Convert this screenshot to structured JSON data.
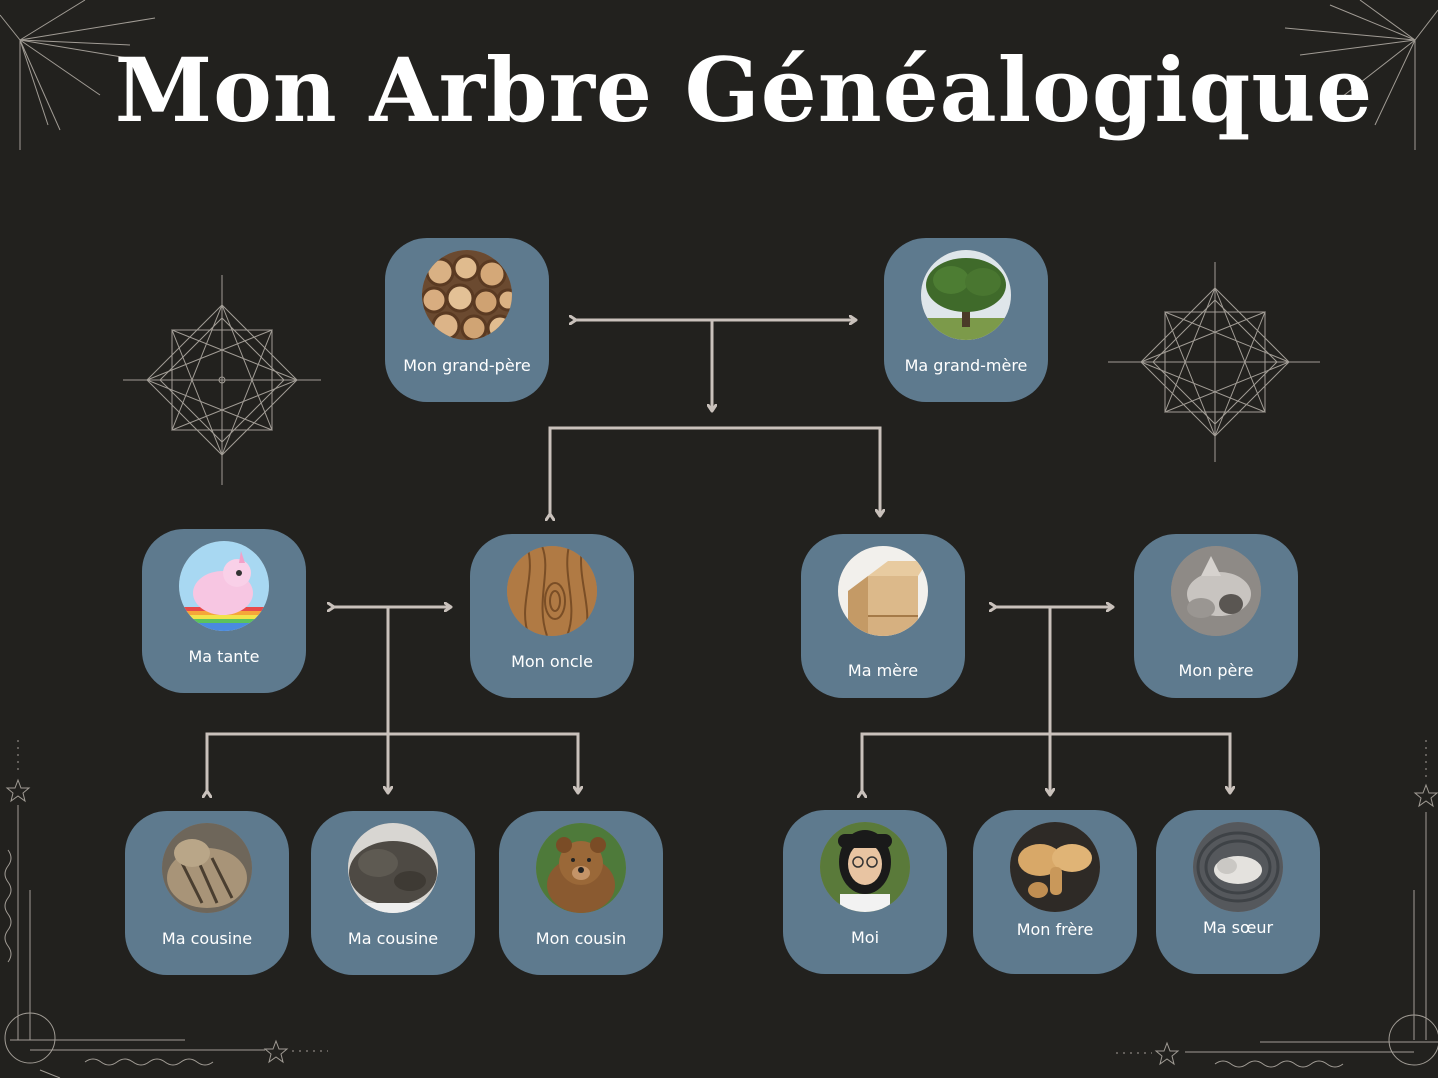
{
  "title": "Mon Arbre Généalogique",
  "colors": {
    "background": "#22211e",
    "node": "#5e7a8e",
    "connector": "#c9c1bb",
    "ornament": "#b8b2aa"
  },
  "relations": [
    "couple",
    "descendant"
  ],
  "nodes": {
    "grandpa": {
      "label": "Mon grand-père",
      "photo": "logs"
    },
    "grandma": {
      "label": "Ma grand-mère",
      "photo": "tree"
    },
    "aunt": {
      "label": "Ma tante",
      "photo": "pink-fluffy-unicorn"
    },
    "uncle": {
      "label": "Mon oncle",
      "photo": "wood-grain"
    },
    "mother": {
      "label": "Ma mère",
      "photo": "wood-blocks"
    },
    "father": {
      "label": "Mon père",
      "photo": "stone-sculpture"
    },
    "cousin1": {
      "label": "Ma cousine",
      "photo": "tabby-cat"
    },
    "cousin2": {
      "label": "Ma cousine",
      "photo": "sleeping-cat"
    },
    "cousin3": {
      "label": "Mon cousin",
      "photo": "brown-bear"
    },
    "me": {
      "label": "Moi",
      "photo": "girl-with-glasses"
    },
    "brother": {
      "label": "Mon frère",
      "photo": "wooden-shapes"
    },
    "sister": {
      "label": "Ma sœur",
      "photo": "cat-in-basket"
    }
  }
}
